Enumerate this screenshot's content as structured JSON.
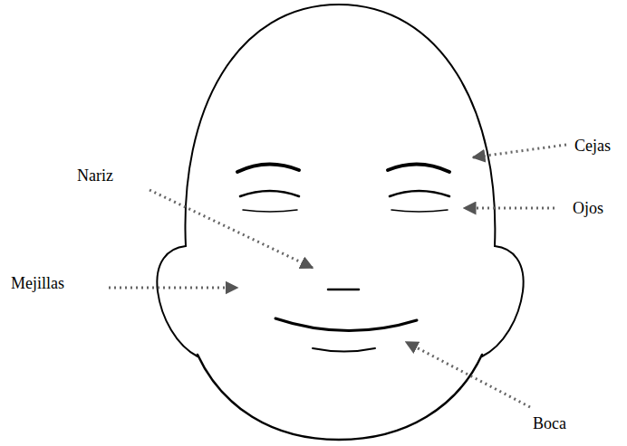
{
  "diagram": {
    "labels": [
      "Cejas",
      "Nariz",
      "Ojos",
      "Mejillas",
      "Boca"
    ]
  }
}
